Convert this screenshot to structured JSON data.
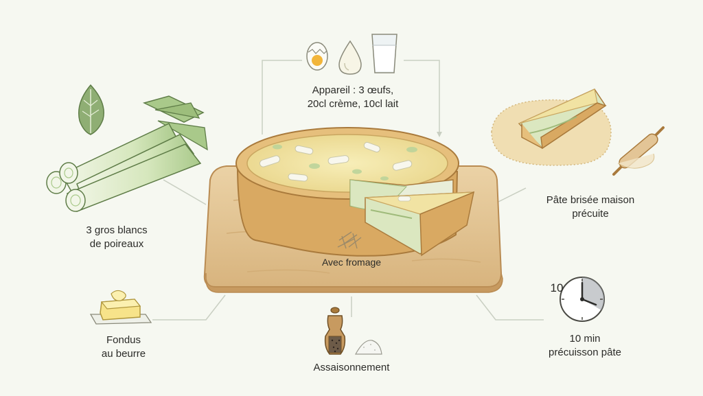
{
  "diagram": {
    "center": {
      "label": "Avec fromage"
    },
    "nodes": {
      "appareil": {
        "line1": "Appareil : 3 œufs,",
        "line2": "20cl crème, 10cl lait"
      },
      "poireaux": {
        "line1": "3 gros blancs",
        "line2": "de poireaux"
      },
      "pate": {
        "line1": "Pâte brisée maison",
        "line2": "précuite"
      },
      "fondus": {
        "line1": "Fondus",
        "line2": "au beurre"
      },
      "assaisonnement": {
        "line1": "Assaisonnement"
      },
      "precuisson": {
        "line1": "10 min",
        "line2": "précuisson pâte",
        "clock_number": "10"
      }
    },
    "icons": {
      "appareil": [
        "egg-icon",
        "cream-drop-icon",
        "milk-glass-icon"
      ],
      "poireaux": [
        "leek-icon",
        "leaf-icon"
      ],
      "pate": [
        "pie-slice-icon",
        "rolling-pin-icon"
      ],
      "fondus": [
        "butter-icon"
      ],
      "assaisonnement": [
        "pepper-mill-icon",
        "salt-pile-icon"
      ],
      "precuisson": [
        "clock-icon"
      ],
      "center": [
        "quiche-icon",
        "cutting-board-icon",
        "grated-cheese-icon"
      ]
    },
    "colors": {
      "background": "#f6f8f1",
      "board": "#e3c596",
      "crust": "#e2b976",
      "filling": "#f1e3a3",
      "leek": "#b9d39a",
      "connector": "#c9cfc2",
      "text": "#2b2b28"
    }
  }
}
